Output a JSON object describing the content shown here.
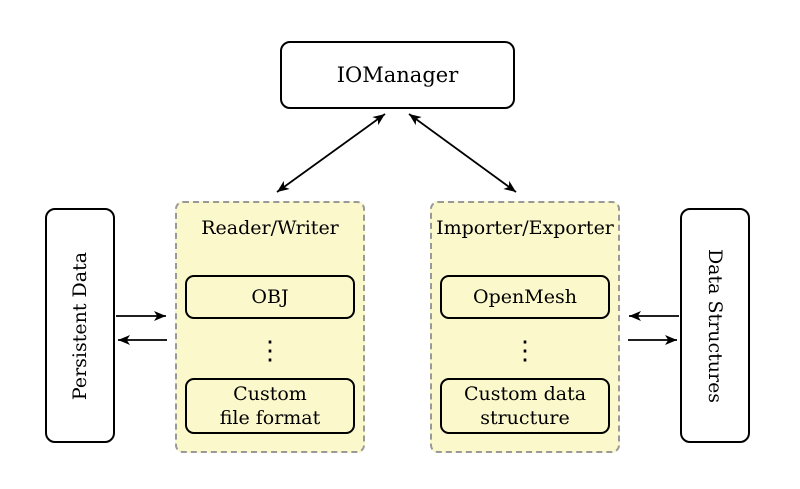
{
  "diagram": {
    "iomanager_label": "IOManager",
    "persistent_data_label": "Persistent Data",
    "data_structures_label": "Data Structures",
    "reader_writer": {
      "title": "Reader/Writer",
      "top_item": "OBJ",
      "ellipsis": "⋮",
      "bottom_item": "Custom\nfile format"
    },
    "importer_exporter": {
      "title": "Importer/Exporter",
      "top_item": "OpenMesh",
      "ellipsis": "⋮",
      "bottom_item": "Custom data\nstructure"
    },
    "colors": {
      "group_fill": "#fbf8cc",
      "group_border": "#999999",
      "node_border": "#000000",
      "node_fill": "#ffffff",
      "arrow": "#000000",
      "background": "#ffffff"
    }
  }
}
